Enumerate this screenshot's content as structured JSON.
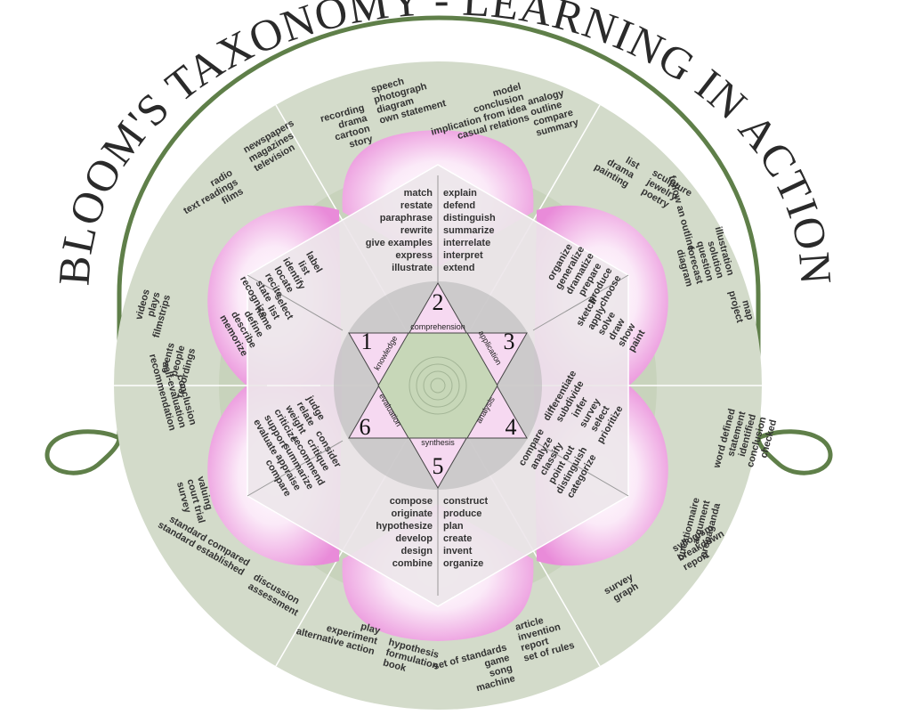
{
  "title": "BLOOM'S TAXONOMY - LEARNING IN ACTION",
  "colors": {
    "arch": "#5f7f49",
    "outer_disk": "#d3dbca",
    "inner_band": "#b9b9b9",
    "petal_pink": "#e98bd9",
    "hexagon": "#ece6ea",
    "star_pink": "#f6d9f1",
    "star_green": "#c7d7b8",
    "text": "#333333"
  },
  "levels": [
    {
      "number": "1",
      "name": "knowledge"
    },
    {
      "number": "2",
      "name": "comprehension"
    },
    {
      "number": "3",
      "name": "application"
    },
    {
      "number": "4",
      "name": "analysis"
    },
    {
      "number": "5",
      "name": "synthesis"
    },
    {
      "number": "6",
      "name": "evaluation"
    }
  ],
  "inner_verbs": {
    "comprehension_left": [
      "match",
      "restate",
      "paraphrase",
      "rewrite",
      "give examples",
      "express",
      "illustrate"
    ],
    "comprehension_right": [
      "explain",
      "defend",
      "distinguish",
      "summarize",
      "interrelate",
      "interpret",
      "extend"
    ],
    "application_a": [
      "organize",
      "generalize",
      "dramatize",
      "prepare",
      "produce",
      "choose"
    ],
    "application_b": [
      "sketch",
      "apply",
      "solve",
      "draw",
      "show",
      "paint"
    ],
    "analysis_a": [
      "differentiate",
      "subdivide",
      "infer",
      "survey",
      "select",
      "prioritize"
    ],
    "analysis_b": [
      "compare",
      "analyze",
      "classify",
      "point out",
      "distinguish",
      "categorize"
    ],
    "synthesis_left": [
      "compose",
      "originate",
      "hypothesize",
      "develop",
      "design",
      "combine"
    ],
    "synthesis_right": [
      "construct",
      "produce",
      "plan",
      "create",
      "invent",
      "organize"
    ],
    "evaluation_a": [
      "judge",
      "relate",
      "weight",
      "criticize",
      "support",
      "evaluate"
    ],
    "evaluation_b": [
      "consider",
      "critique",
      "recommend",
      "summarize",
      "appraise",
      "compare"
    ],
    "knowledge_a": [
      "label",
      "list",
      "identify",
      "locate",
      "recite",
      "state",
      "recognize"
    ],
    "knowledge_b": [
      "select",
      "list",
      "name",
      "define",
      "describe",
      "memorize"
    ]
  },
  "outer_products": {
    "c1": [
      "recording",
      "drama",
      "cartoon",
      "story"
    ],
    "c2": [
      "speech",
      "photograph",
      "diagram",
      "own statement"
    ],
    "c3": [
      "model",
      "conclusion",
      "implication from idea",
      "casual relations"
    ],
    "c4": [
      "analogy",
      "outline",
      "compare",
      "summary"
    ],
    "a1": [
      "list",
      "drama",
      "painting"
    ],
    "a2": [
      "sculpture",
      "jewelry",
      "poetry"
    ],
    "a3": [
      "follow an outline"
    ],
    "a4": [
      "illustration",
      "solution",
      "question",
      "forecast",
      "diagram"
    ],
    "a5": [
      "map",
      "project"
    ],
    "an1": [
      "word defined",
      "statement",
      "identified",
      "conclusion",
      "checked"
    ],
    "an2": [
      "questionnaire",
      "argument",
      "propaganda"
    ],
    "an3": [
      "survey",
      "graph"
    ],
    "an4": [
      "syllogism",
      "breakdown",
      "report"
    ],
    "s1": [
      "play",
      "experiment",
      "alternative action"
    ],
    "s2": [
      "hypothesis",
      "formulation",
      "book"
    ],
    "s3": [
      "set of standards",
      "game",
      "song",
      "machine"
    ],
    "s4": [
      "article",
      "invention",
      "report",
      "set of rules"
    ],
    "e1": [
      "conclusion",
      "self-evaluation",
      "recommendation"
    ],
    "e2": [
      "valuing",
      "court trial",
      "survey"
    ],
    "e3": [
      "standard compared",
      "standard established"
    ],
    "e4": [
      "discussion",
      "assessment"
    ],
    "k1": [
      "radio",
      "text readings",
      "films"
    ],
    "k2": [
      "newspapers",
      "magazines",
      "television"
    ],
    "k3": [
      "videos",
      "plays",
      "filmstrips"
    ],
    "k4": [
      "events",
      "people",
      "recordings"
    ]
  }
}
